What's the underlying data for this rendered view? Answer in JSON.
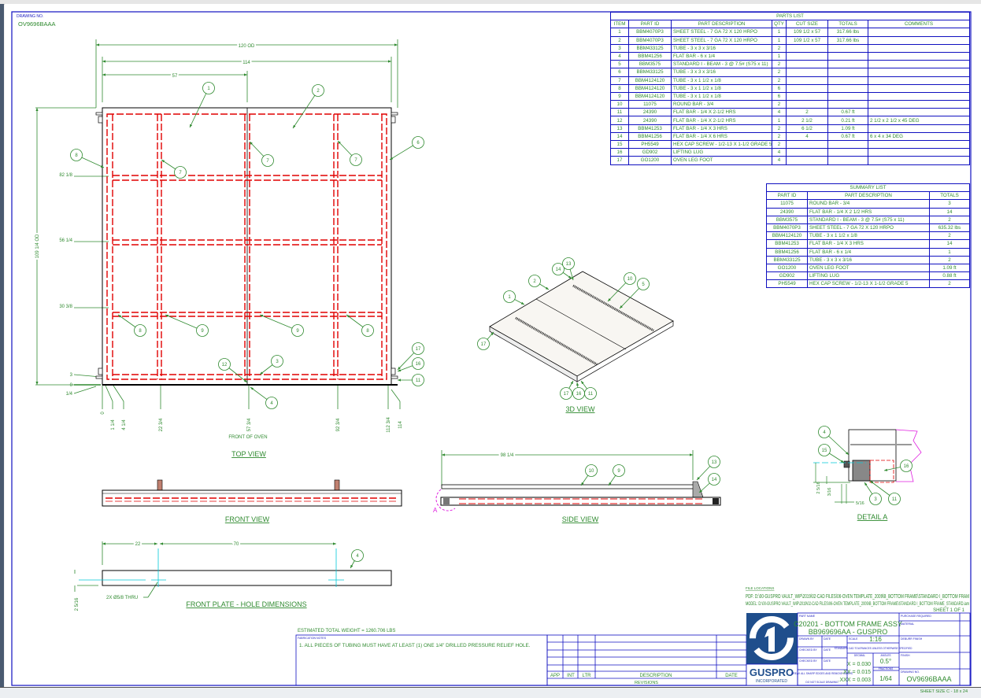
{
  "drawing_no_label": "DRAWING NO.",
  "drawing_no": "OV9696BAAA",
  "parts_list": {
    "title": "PARTS LIST",
    "headers": [
      "ITEM",
      "PART ID",
      "PART DESCRIPTION",
      "QTY",
      "CUT SIZE",
      "TOTALS",
      "COMMENTS"
    ],
    "rows": [
      [
        "1",
        "BBM4070P3",
        "SHEET STEEL - 7 GA 72 X 120 HRPO",
        "1",
        "109 1/2 x 57",
        "317.66 lbs",
        ""
      ],
      [
        "2",
        "BBM4070P3",
        "SHEET STEEL - 7 GA 72 X 120 HRPO",
        "1",
        "109 1/2 x 57",
        "317.66 lbs",
        ""
      ],
      [
        "3",
        "BBM433125",
        "TUBE - 3 x 3 x 3/16",
        "2",
        "",
        "",
        ""
      ],
      [
        "4",
        "BBM41256",
        "FLAT BAR - 6 x 1/4",
        "1",
        "",
        "",
        ""
      ],
      [
        "5",
        "BBM3575",
        "STANDARD I - BEAM - 3 @ 7.5# (S75 x 11)",
        "2",
        "",
        "",
        ""
      ],
      [
        "6",
        "BBM433125",
        "TUBE - 3 x 3 x 3/16",
        "2",
        "",
        "",
        ""
      ],
      [
        "7",
        "BBM4124120",
        "TUBE - 3 x 1 1/2 x 1/8",
        "2",
        "",
        "",
        ""
      ],
      [
        "8",
        "BBM4124120",
        "TUBE - 3 x 1 1/2 x 1/8",
        "6",
        "",
        "",
        ""
      ],
      [
        "9",
        "BBM4124120",
        "TUBE - 3 x 1 1/2 x 1/8",
        "6",
        "",
        "",
        ""
      ],
      [
        "10",
        "11075",
        "ROUND BAR - 3/4",
        "2",
        "",
        "",
        ""
      ],
      [
        "11",
        "24390",
        "FLAT BAR - 1/4 X 2-1/2 HRS",
        "4",
        "2",
        "0.67 ft",
        ""
      ],
      [
        "12",
        "24390",
        "FLAT BAR - 1/4 X 2-1/2 HRS",
        "1",
        "2 1/2",
        "0.21 ft",
        "2 1/2 x 2 1/2 x 45 DEG"
      ],
      [
        "13",
        "BBM41253",
        "FLAT BAR - 1/4 X 3 HRS",
        "2",
        "6 1/2",
        "1.09 ft",
        ""
      ],
      [
        "14",
        "BBM41256",
        "FLAT BAR - 1/4 X 6 HRS",
        "2",
        "4",
        "0.67 ft",
        "6 x 4 x 34 DEG"
      ],
      [
        "15",
        "PH5549",
        "HEX CAP SCREW - 1/2-13 X 1-1/2 GRADE 5",
        "2",
        "",
        "",
        ""
      ],
      [
        "16",
        "GD902",
        "LIFTING LUG",
        "4",
        "",
        "",
        ""
      ],
      [
        "17",
        "GO1200",
        "OVEN LEG FOOT",
        "4",
        "",
        "",
        ""
      ]
    ]
  },
  "summary_list": {
    "title": "SUMMARY LIST",
    "headers": [
      "PART ID",
      "PART DESCRIPTION",
      "TOTALS"
    ],
    "rows": [
      [
        "11075",
        "ROUND BAR - 3/4",
        "3"
      ],
      [
        "24390",
        "FLAT BAR - 1/4 X 2 1/2 HRS",
        "14"
      ],
      [
        "BBM3575",
        "STANDARD I - BEAM - 3 @ 7.5# (S75 x 11)",
        "2"
      ],
      [
        "BBM4070P3",
        "SHEET STEEL - 7 GA 72 X 120 HRPO",
        "635.32 lbs"
      ],
      [
        "BBM4124120",
        "TUBE - 3 x 1 1/2 x 1/8",
        "2"
      ],
      [
        "BBM41253",
        "FLAT BAR - 1/4 X 3 HRS",
        "14"
      ],
      [
        "BBM41256",
        "FLAT BAR - 6 x 1/4",
        "1"
      ],
      [
        "BBM433125",
        "TUBE - 3 x 3 x 3/16",
        "2"
      ],
      [
        "GO1200",
        "OVEN LEG FOOT",
        "1.09 ft"
      ],
      [
        "GD902",
        "LIFTING LUG",
        "0.88 ft"
      ],
      [
        "PH5549",
        "HEX CAP SCREW - 1/2-13 X 1-1/2 GRADE 5",
        "2"
      ]
    ]
  },
  "top_view": {
    "title": "TOP VIEW",
    "front_label": "FRONT OF OVEN",
    "dims": {
      "overall": "120 OD",
      "inner": "114",
      "half": "57",
      "depth": "109 1/4 OD"
    },
    "left_ordinates": [
      "82 1/8",
      "56 1/4",
      "30 3/8",
      "3",
      "0",
      "1/4"
    ],
    "bottom_ordinates": [
      "0",
      "1 1/4",
      "4 1/4",
      "22 3/4",
      "57 3/4",
      "92 3/4",
      "112 3/4",
      "114"
    ]
  },
  "front_view": {
    "title": "FRONT VIEW"
  },
  "side_view": {
    "title": "SIDE VIEW",
    "dim": "98 1/4",
    "section_marker": "A"
  },
  "view_3d": {
    "title": "3D VIEW"
  },
  "detail_a": {
    "title": "DETAIL A",
    "dims": [
      "2 5/16",
      "3/16",
      "5/16"
    ]
  },
  "front_plate": {
    "title": "FRONT PLATE - HOLE DIMENSIONS",
    "dims": [
      "22",
      "70",
      "2 5/16"
    ],
    "hole_note": "2X  Ø5/8 THRU"
  },
  "balloons": {
    "top": [
      "1",
      "2",
      "8",
      "7",
      "7",
      "7",
      "6",
      "8",
      "9",
      "9",
      "8",
      "12",
      "3",
      "4",
      "17",
      "16",
      "11"
    ],
    "side": [
      "10",
      "9",
      "13",
      "14"
    ],
    "detail": [
      "4",
      "15",
      "16",
      "3",
      "11"
    ],
    "iso": [
      "1",
      "2",
      "14",
      "13",
      "10",
      "5",
      "17",
      "17",
      "16",
      "11"
    ],
    "plate": [
      "4"
    ]
  },
  "weight": "ESTIMATED TOTAL WEIGHT  =  1260.706 LBS",
  "notes": {
    "label": "FABRICATION NOTES",
    "items": [
      "1.  ALL PIECES OF TUBING MUST HAVE AT LEAST (1) ONE 1/4\" DRILLED PRESSURE RELIEF HOLE."
    ]
  },
  "revisions": {
    "headers": [
      "APP",
      "INT",
      "LTR",
      "DESCRIPTION",
      "DATE"
    ],
    "title": "REVISIONS"
  },
  "file_locations": {
    "label": "FILE LOCATIONS",
    "pdf": "PDF:   D:\\00-GUSPRO VAULT_WIP\\2019\\02-CAD FILES\\06-OVEN TEMPLATE_2009\\B_BOTTOM FRAME\\STANDARD I_BOTTOM FRAM",
    "model": "MODEL:   D:\\00-GUSPRO VAULT_WIP\\2019\\02-CAD FILES\\06-OVEN TEMPLATE_2009\\B_BOTTOM FRAME\\STANDARD I_BOTTOM FRAME_STANDARD.iam",
    "sheet": "SHEET 1  OF 1"
  },
  "title_block": {
    "company": "GUSPRO",
    "company_sub": "INCORPORATED",
    "part_name_label": "PART NAME",
    "title_line1": "C20201 - BOTTOM FRAME ASSY",
    "title_line2": "BB969696AA - GUSPRO",
    "drawn_by": "DRAWN BY",
    "checked_by": "CHECKED BY",
    "checked_by2": "CHECKED BY",
    "date": "DATE",
    "scale_label": "SCALE",
    "scale": "1:16",
    "tolerance_note": "STANDARD CAD TOLERANCES UNLESS OTHERWISE SPECIFIED",
    "decimal_label": "DECIMAL",
    "angles_label": "ANGLES",
    "fractions_label": "FRACTIONS",
    "tol_x": "X = 0.030",
    "tol_xx": ".XX = 0.015",
    "tol_xxx": ".XXX = 0.003",
    "angle": "0.5°",
    "fraction": "1/64",
    "edges_note": "BREAK ALL SHARP EDGES AND REMOVE BURRS",
    "scale_note": "DO NOT SCALE DRAWING",
    "purchase_label": "PURCHASE REQUIRED",
    "material_label": "MATERIAL",
    "deburr_label": "DEBURR FINISH",
    "finish_label": "FINISH",
    "drawing_no_label": "DRAWING NO.",
    "drawing_no": "OV9696BAAA",
    "sheet_size": "SHEET SIZE  C - 18 x 24"
  },
  "colors": {
    "line": "#1010c0",
    "text": "#2f8a2f",
    "hidden": "#e00000",
    "center": "#00c8d8",
    "logo": "#1f4e8c",
    "detail": "#e020e0"
  }
}
